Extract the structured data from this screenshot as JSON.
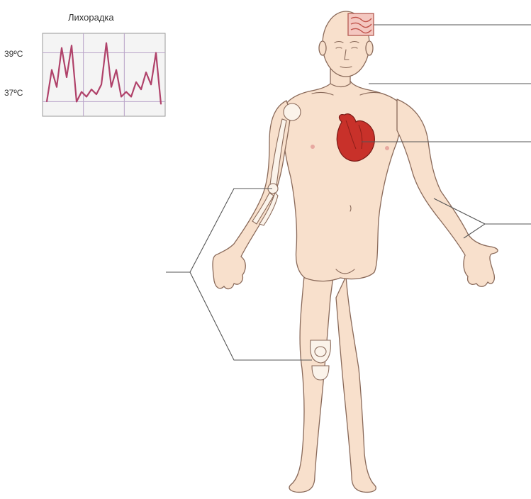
{
  "fever_chart": {
    "title": "Лихорадка",
    "y_labels": [
      "39ºC",
      "37ºC"
    ],
    "chart_data": {
      "type": "line",
      "title": "Лихорадка",
      "ylabel": "",
      "xlabel": "",
      "y_ticks": [
        "39ºC",
        "37ºC"
      ],
      "ylim": [
        36.4,
        39.8
      ],
      "grid": true,
      "series": [
        {
          "values": [
            37.0,
            38.3,
            37.6,
            39.2,
            38.0,
            39.3,
            37.0,
            37.4,
            37.2,
            37.5,
            37.3,
            37.7,
            39.4,
            37.6,
            38.3,
            37.2,
            37.4,
            37.2,
            37.8,
            37.5,
            38.2,
            37.7,
            39.0,
            36.9
          ]
        }
      ],
      "colors": {
        "line": "#b0426a",
        "grid": "#b9a3c8",
        "background": "#f4f4f4"
      }
    }
  },
  "figure": {
    "colors": {
      "skin": "#f8e0cc",
      "skin_outline": "#8a6a5a",
      "heart": "#c8312a",
      "bone": "#fbf3ea",
      "leader_line": "#555555"
    }
  }
}
